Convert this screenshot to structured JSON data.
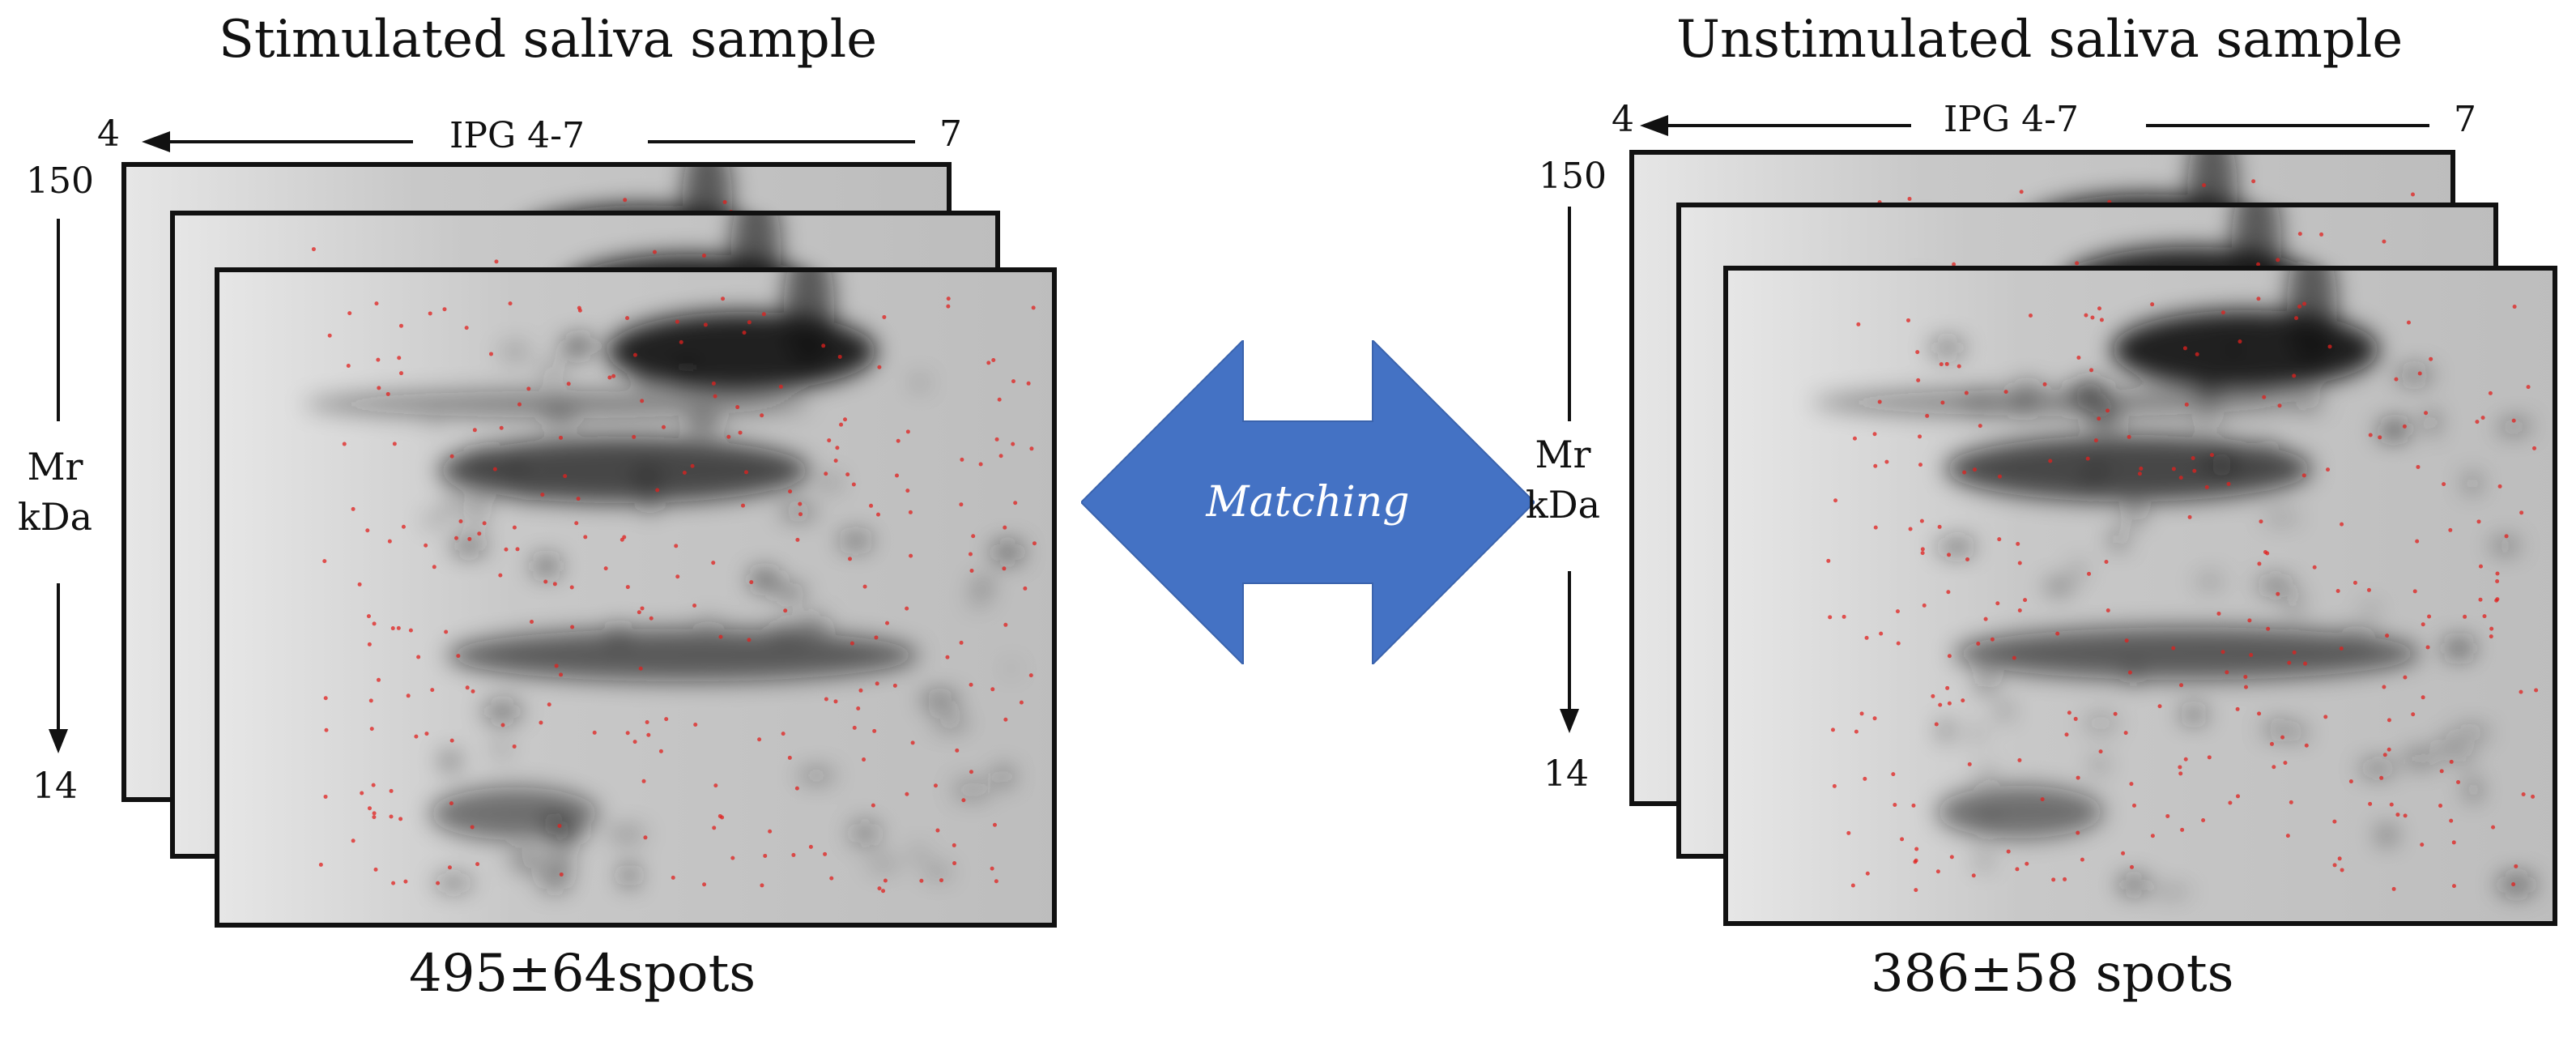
{
  "left": {
    "title": "Stimulated saliva sample",
    "ph_min": "4",
    "ph_max": "7",
    "ipg_label": "IPG 4-7",
    "mw_top": "150",
    "mw_bottom": "14",
    "mr_label": "Mr",
    "kda_label": "kDa",
    "spot_count": "495±64spots"
  },
  "right": {
    "title": "Unstimulated saliva sample",
    "ph_min": "4",
    "ph_max": "7",
    "ipg_label": "IPG 4-7",
    "mw_top": "150",
    "mw_bottom": "14",
    "mr_label": "Mr",
    "kda_label": "kDa",
    "spot_count": "386±58 spots"
  },
  "center": {
    "label": "Matching",
    "arrow_color": "#4472C4"
  },
  "colors": {
    "spot_marker": "#e0201e",
    "gel_background": "#cfcfcf"
  }
}
